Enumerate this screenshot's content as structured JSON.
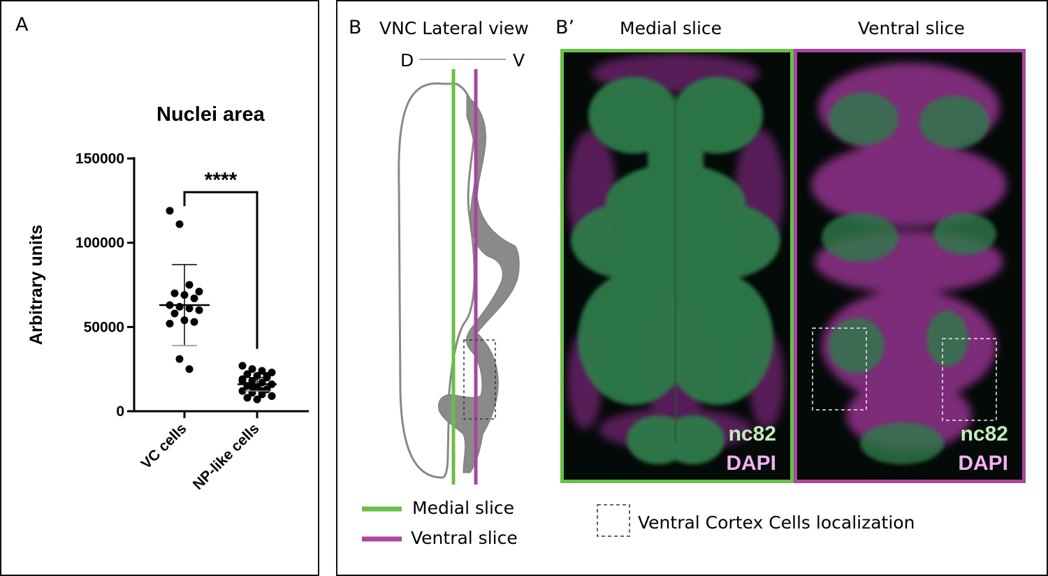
{
  "panel_a": {
    "label": "A",
    "chart_title": "Nuclei area",
    "significance": "****"
  },
  "chart_data": {
    "type": "scatter",
    "title": "Nuclei area",
    "ylabel": "Arbitrary units",
    "xlabel": "",
    "categories": [
      "VC cells",
      "NP-like cells"
    ],
    "ylim": [
      0,
      150000
    ],
    "yticks": [
      "0",
      "50000",
      "100000",
      "150000"
    ],
    "series": [
      {
        "category": "VC cells",
        "values": [
          119000,
          111000,
          75000,
          71000,
          70000,
          69000,
          67000,
          63000,
          62000,
          61000,
          60000,
          58000,
          54000,
          53000,
          52000,
          31000,
          25000
        ],
        "mean": 63000,
        "sd_upper": 87000,
        "sd_lower": 39000
      },
      {
        "category": "NP-like cells",
        "values": [
          27000,
          25000,
          24000,
          23000,
          22000,
          21000,
          20000,
          19000,
          18000,
          17000,
          16000,
          15000,
          14000,
          13000,
          12000,
          11000,
          10000,
          9000,
          8000,
          7000,
          21000,
          18000,
          15000,
          12000,
          9000
        ],
        "mean": 16000,
        "sd_upper": 20000,
        "sd_lower": 12000
      }
    ],
    "grid": false,
    "legend": "none"
  },
  "panel_b": {
    "label": "B",
    "title": "VNC Lateral view",
    "axis_left": "D",
    "axis_right": "V",
    "legend": [
      {
        "label": "Medial slice",
        "color": "#6abf45"
      },
      {
        "label": "Ventral slice",
        "color": "#a846a0"
      }
    ]
  },
  "panel_b_prime": {
    "label": "B’",
    "medial_title": "Medial slice",
    "ventral_title": "Ventral slice",
    "stain_green": "nc82",
    "stain_magenta": "DAPI",
    "localization_legend": "Ventral Cortex Cells localization",
    "colors": {
      "green": "#6abf45",
      "magenta": "#a846a0"
    }
  }
}
